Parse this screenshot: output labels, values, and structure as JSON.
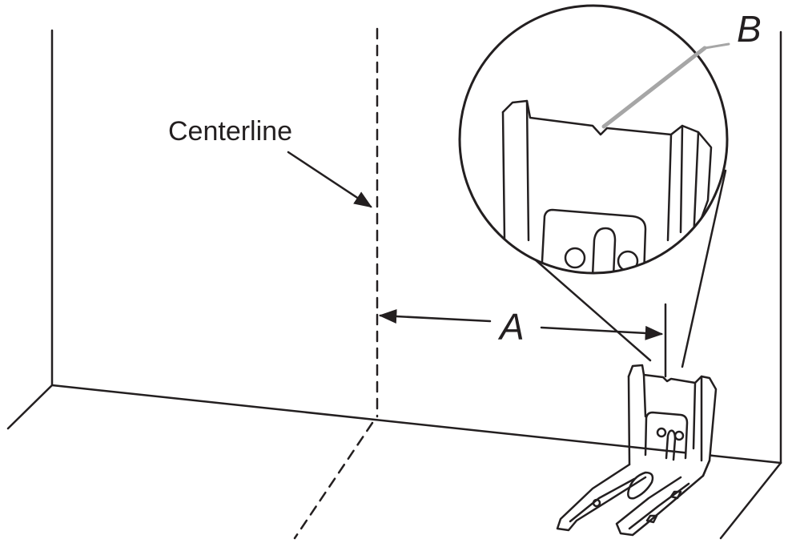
{
  "labels": {
    "centerline": "Centerline",
    "dimension": "A",
    "detail": "B"
  },
  "colors": {
    "ink": "#231f20",
    "leader_b": "#a6a6a6",
    "background": "#ffffff"
  }
}
